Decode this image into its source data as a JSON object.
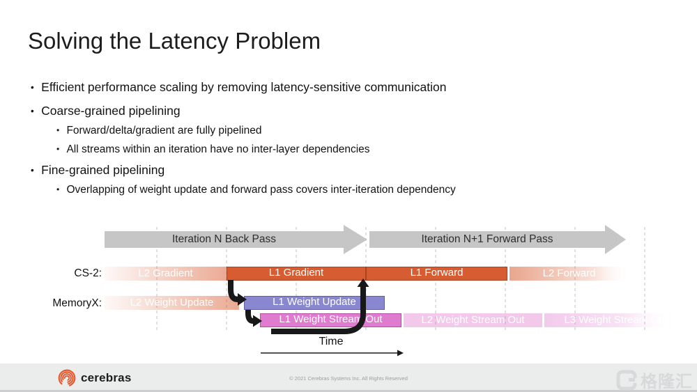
{
  "slide": {
    "title": "Solving the Latency Problem",
    "bullet_char": "•",
    "bullets": [
      {
        "level": 1,
        "text": "Efficient performance scaling by removing latency-sensitive communication"
      },
      {
        "level": 1,
        "text": "Coarse-grained pipelining"
      },
      {
        "level": 2,
        "text": "Forward/delta/gradient are fully pipelined"
      },
      {
        "level": 2,
        "text": "All streams within an iteration have no inter-layer dependencies"
      },
      {
        "level": 1,
        "text": "Fine-grained pipelining"
      },
      {
        "level": 2,
        "text": "Overlapping of weight update and forward pass covers inter-iteration dependency"
      }
    ]
  },
  "diagram": {
    "phase_arrows": [
      {
        "label": "Iteration N Back Pass"
      },
      {
        "label": "Iteration N+1 Forward Pass"
      }
    ],
    "row_labels": [
      "CS-2:",
      "MemoryX:"
    ],
    "rows": {
      "cs2": [
        {
          "label": "L2 Gradient",
          "style": "fade-in"
        },
        {
          "label": "L1 Gradient",
          "style": "solid"
        },
        {
          "label": "L1 Forward",
          "style": "solid"
        },
        {
          "label": "L2 Forward",
          "style": "fade-out"
        }
      ],
      "memoryx": [
        {
          "label": "L2 Weight Update",
          "style": "fade-in"
        },
        {
          "label": "L1 Weight Update",
          "style": "solid"
        }
      ],
      "stream": [
        {
          "label": "L1 Weight Stream Out",
          "style": "solid"
        },
        {
          "label": "L2 Weight Stream Out",
          "style": "light"
        },
        {
          "label": "L3 Weight Stream Out",
          "style": "fade-out"
        }
      ]
    },
    "time_label": "Time",
    "colors": {
      "bar_orange": "#d85c31",
      "bar_orange_border": "#a8431f",
      "bar_purple": "#8987d0",
      "bar_purple_border": "#5f5caa",
      "bar_pink": "#df7cd0",
      "bar_pink_border": "#b052a2",
      "phase_arrow_gray": "#c6c6c6",
      "flow_arrow_black": "#181818",
      "gridline_gray": "#cfcfcf"
    }
  },
  "footer": {
    "logo_text": "cerebras",
    "logo_color": "#e8552b",
    "copyright": "© 2021 Cerebras Systems Inc. All Rights Reserved",
    "watermark_text": "格隆汇"
  }
}
